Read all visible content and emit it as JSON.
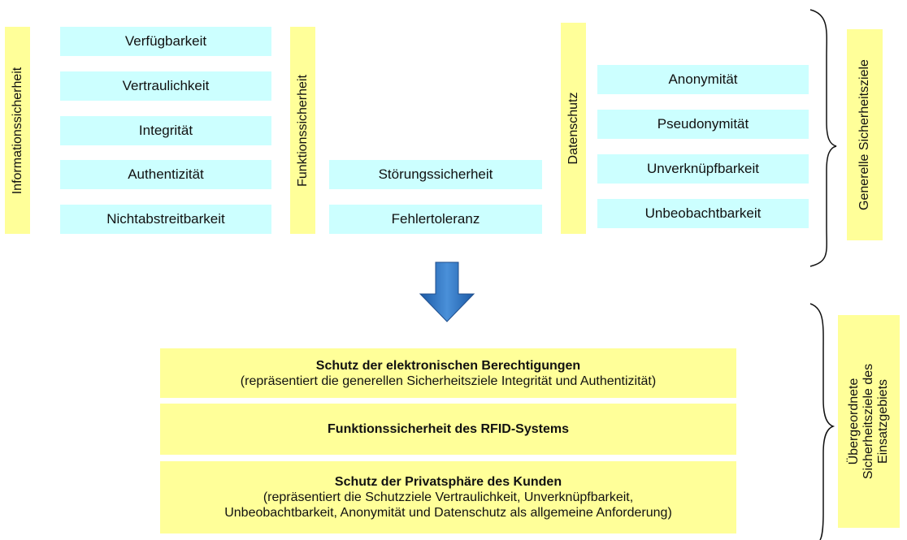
{
  "groups": {
    "info": {
      "label": "Informationssicherheit",
      "items": [
        "Verfügbarkeit",
        "Vertraulichkeit",
        "Integrität",
        "Authentizität",
        "Nichtabstreitbarkeit"
      ]
    },
    "funk": {
      "label": "Funktionssicherheit",
      "items": [
        "Störungssicherheit",
        "Fehlertoleranz"
      ]
    },
    "daten": {
      "label": "Datenschutz",
      "items": [
        "Anonymität",
        "Pseudonymität",
        "Unverknüpfbarkeit",
        "Unbeobachtbarkeit"
      ]
    }
  },
  "general_label": "Generelle Sicherheitsziele",
  "overarching_label": [
    "Übergeordnete",
    "Sicherheitsziele des",
    "Einsatzgebiets"
  ],
  "goals": [
    {
      "title": "Schutz der elektronischen Berechtigungen",
      "desc": [
        "(repräsentiert die generellen Sicherheitsziele Integrität und Authentizität)"
      ]
    },
    {
      "title": "Funktionssicherheit des RFID-Systems",
      "desc": []
    },
    {
      "title": "Schutz der Privatsphäre des Kunden",
      "desc": [
        "(repräsentiert die Schutzziele Vertraulichkeit, Unverknüpfbarkeit,",
        "Unbeobachtbarkeit, Anonymität und Datenschutz als allgemeine Anforderung)"
      ]
    }
  ],
  "colors": {
    "cyan_box": "#ccffff",
    "yellow_box": "#ffff99",
    "arrow": "#2e75b6"
  }
}
